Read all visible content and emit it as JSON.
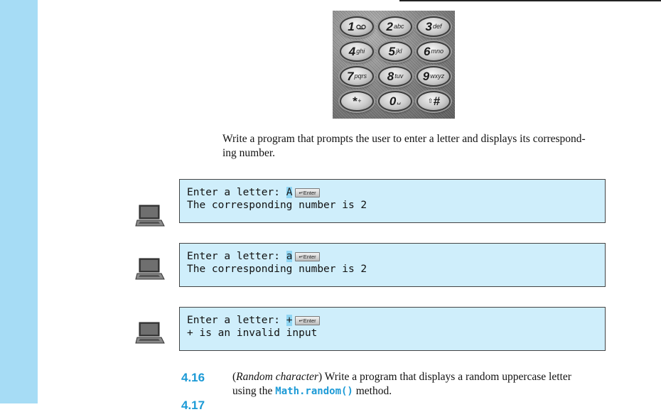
{
  "keypad": {
    "keys": [
      {
        "digit": "1",
        "letters": "",
        "glyph": "voicemail-icon"
      },
      {
        "digit": "2",
        "letters": "abc"
      },
      {
        "digit": "3",
        "letters": "def"
      },
      {
        "digit": "4",
        "letters": "ghi"
      },
      {
        "digit": "5",
        "letters": "jkl"
      },
      {
        "digit": "6",
        "letters": "mno"
      },
      {
        "digit": "7",
        "letters": "pqrs"
      },
      {
        "digit": "8",
        "letters": "tuv"
      },
      {
        "digit": "9",
        "letters": "wxyz"
      },
      {
        "digit": "*",
        "letters": "+"
      },
      {
        "digit": "0",
        "letters": "␣"
      },
      {
        "digit": "#",
        "letters": "⇧"
      }
    ]
  },
  "prompt": {
    "line1": "Write a program that prompts the user to enter a letter and displays its correspond-",
    "line2": "ing number."
  },
  "enter_label": "↵Enter",
  "sample_runs": [
    {
      "prompt": "Enter a letter: ",
      "input": "A",
      "output": "The corresponding number is 2"
    },
    {
      "prompt": "Enter a letter: ",
      "input": "a",
      "output": "The corresponding number is 2"
    },
    {
      "prompt": "Enter a letter: ",
      "input": "+",
      "output": "+ is an invalid input"
    }
  ],
  "exercise": {
    "number": "4.16",
    "title": "Random character",
    "text_before": " Write a program that displays a random uppercase letter",
    "text_line2_before": "using the ",
    "code": "Math.random()",
    "text_line2_after": " method.",
    "next_number": "4.17"
  },
  "colors": {
    "accent": "#1c9ad6",
    "left_bar": "#a6dcf5",
    "console_bg": "#cfeefb",
    "input_highlight": "#8fd5f3"
  }
}
